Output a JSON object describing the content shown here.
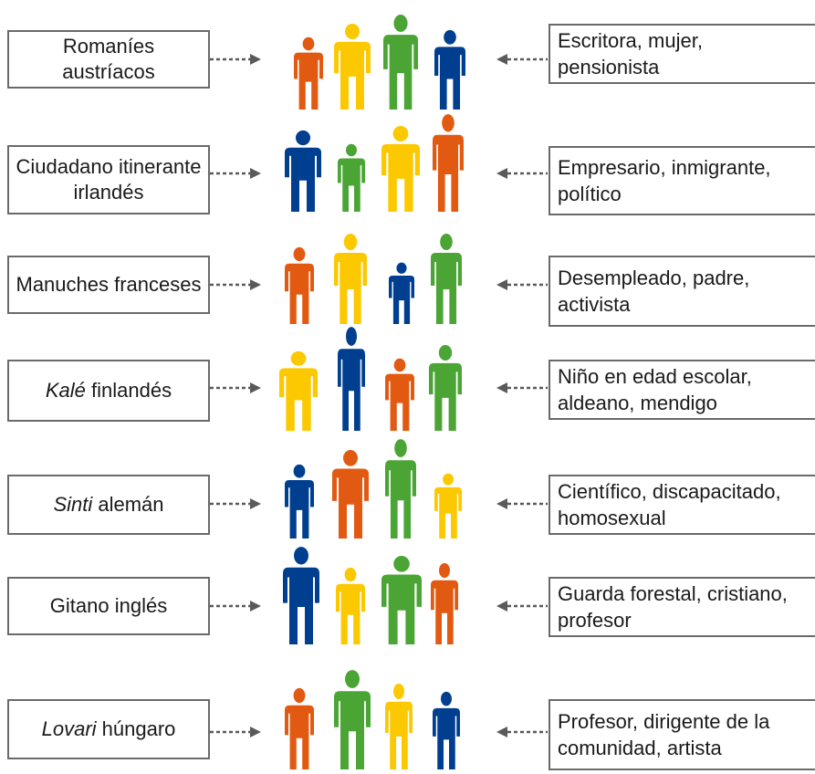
{
  "colors": {
    "orange": "#e25a12",
    "yellow": "#fcc800",
    "green": "#4aa535",
    "blue": "#003f8f",
    "arrow": "#5a5a5a",
    "border": "#6a6a6a"
  },
  "rows": [
    {
      "left_italic": "",
      "left_rest": "Romaníes austríacos",
      "right_lines": [
        "Escritora, mujer,",
        "pensionista"
      ],
      "people": [
        {
          "color": "orange"
        },
        {
          "color": "yellow"
        },
        {
          "color": "green"
        },
        {
          "color": "blue"
        }
      ]
    },
    {
      "left_italic": "",
      "left_rest": "Ciudadano itinerante irlandés",
      "right_lines": [
        "Empresario, inmigrante,",
        "político"
      ],
      "people": [
        {
          "color": "blue"
        },
        {
          "color": "green"
        },
        {
          "color": "yellow"
        },
        {
          "color": "orange"
        }
      ]
    },
    {
      "left_italic": "",
      "left_rest": "Manuches franceses",
      "right_lines": [
        "Desempleado, padre,",
        "activista"
      ],
      "people": [
        {
          "color": "orange"
        },
        {
          "color": "yellow"
        },
        {
          "color": "blue"
        },
        {
          "color": "green"
        }
      ]
    },
    {
      "left_italic": "Kalé",
      "left_rest": " finlandés",
      "right_lines": [
        "Niño en edad escolar,",
        "aldeano, mendigo"
      ],
      "people": [
        {
          "color": "yellow"
        },
        {
          "color": "blue"
        },
        {
          "color": "orange"
        },
        {
          "color": "green"
        }
      ]
    },
    {
      "left_italic": "Sinti",
      "left_rest": " alemán",
      "right_lines": [
        "Científico, discapacitado,",
        "homosexual"
      ],
      "people": [
        {
          "color": "blue"
        },
        {
          "color": "orange"
        },
        {
          "color": "green"
        },
        {
          "color": "yellow"
        }
      ]
    },
    {
      "left_italic": "",
      "left_rest": "Gitano inglés",
      "right_lines": [
        "Guarda forestal, cristiano,",
        "profesor"
      ],
      "people": [
        {
          "color": "blue"
        },
        {
          "color": "yellow"
        },
        {
          "color": "green"
        },
        {
          "color": "orange"
        }
      ]
    },
    {
      "left_italic": "Lovari",
      "left_rest": " húngaro",
      "right_lines": [
        "Profesor, dirigente de la",
        "comunidad, artista"
      ],
      "people": [
        {
          "color": "orange"
        },
        {
          "color": "green"
        },
        {
          "color": "yellow"
        },
        {
          "color": "blue"
        }
      ]
    }
  ]
}
